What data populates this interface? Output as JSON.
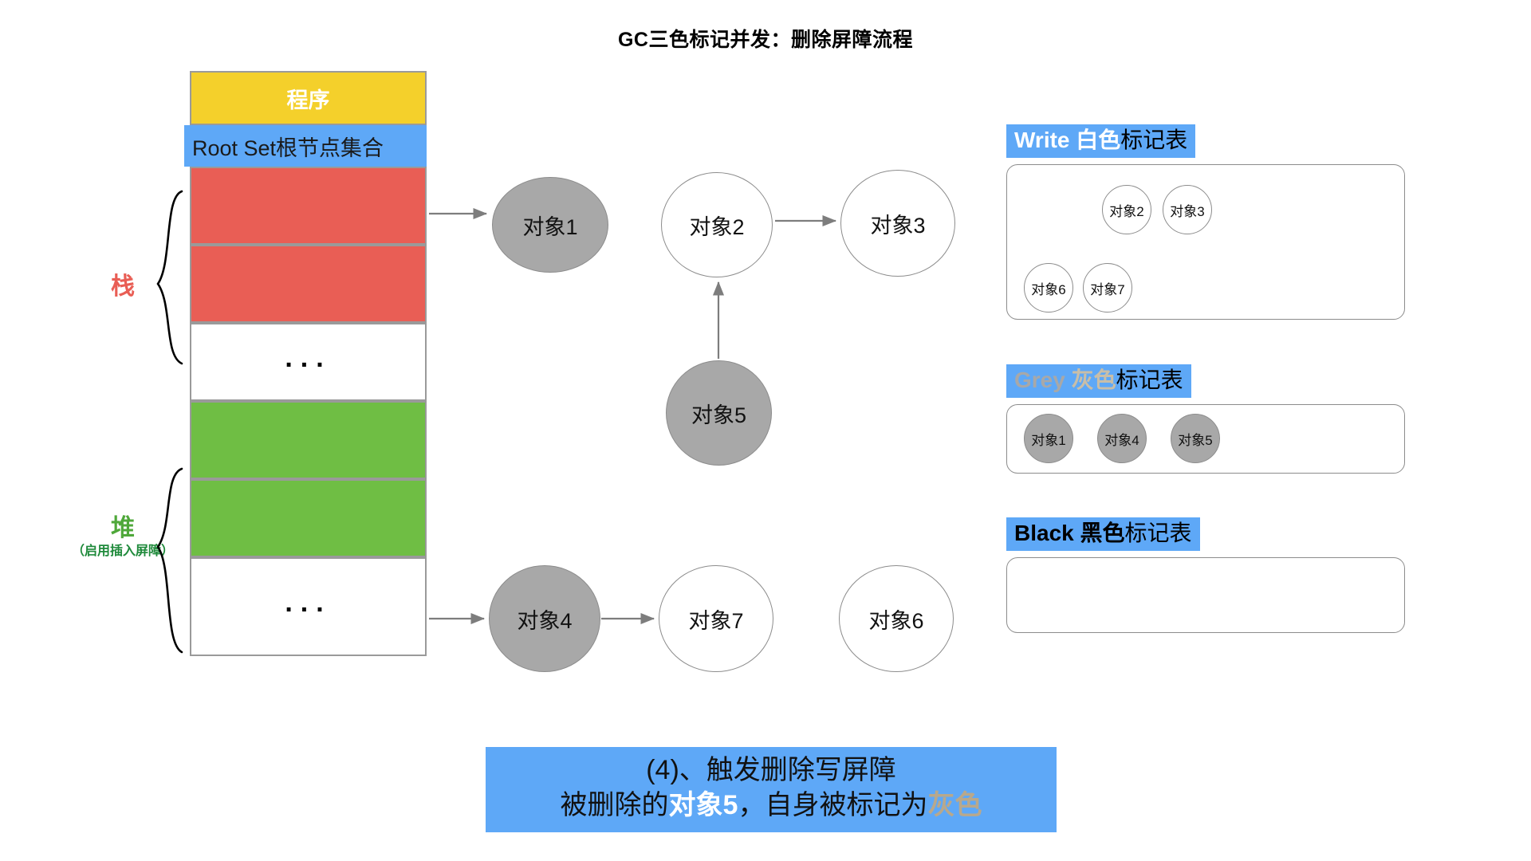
{
  "title": "GC三色标记并发：删除屏障流程",
  "memory": {
    "program_label": "程序",
    "rootset_label": "Root Set根节点集合",
    "dots": "...",
    "stack_label": "栈",
    "heap_label": "堆",
    "heap_sublabel": "（启用插入屏障）",
    "colors": {
      "program": "#F4D02B",
      "rootset": "#5EA8F7",
      "stack_slot": "#E95E55",
      "heap_slot": "#6FBE44",
      "border": "#9a9a9a"
    },
    "blocks": [
      {
        "name": "stack-slot-1",
        "fill": "red"
      },
      {
        "name": "stack-slot-2",
        "fill": "red"
      },
      {
        "name": "stack-gap",
        "fill": "white"
      },
      {
        "name": "heap-slot-1",
        "fill": "green"
      },
      {
        "name": "heap-slot-2",
        "fill": "green"
      },
      {
        "name": "heap-gap",
        "fill": "white"
      }
    ]
  },
  "graph": {
    "nodes": [
      {
        "id": "obj1",
        "label": "对象1",
        "color": "grey"
      },
      {
        "id": "obj2",
        "label": "对象2",
        "color": "white"
      },
      {
        "id": "obj3",
        "label": "对象3",
        "color": "white"
      },
      {
        "id": "obj5",
        "label": "对象5",
        "color": "grey"
      },
      {
        "id": "obj4",
        "label": "对象4",
        "color": "grey"
      },
      {
        "id": "obj7",
        "label": "对象7",
        "color": "white"
      },
      {
        "id": "obj6",
        "label": "对象6",
        "color": "white"
      }
    ],
    "edges": [
      {
        "from": "root-stack",
        "to": "obj1"
      },
      {
        "from": "obj2",
        "to": "obj3"
      },
      {
        "from": "obj5",
        "to": "obj2"
      },
      {
        "from": "root-heap",
        "to": "obj4"
      },
      {
        "from": "obj4",
        "to": "obj7"
      }
    ]
  },
  "mark_tables": [
    {
      "id": "white-table",
      "title_en": "Write",
      "title_color": "白色",
      "title_rest": "标记表",
      "title_en_color": "#ffffff",
      "title_color_color": "#ffffff",
      "items": [
        {
          "label": "对象2",
          "fill": "white"
        },
        {
          "label": "对象3",
          "fill": "white"
        },
        {
          "label": "对象6",
          "fill": "white"
        },
        {
          "label": "对象7",
          "fill": "white"
        }
      ]
    },
    {
      "id": "grey-table",
      "title_en": "Grey",
      "title_color": "灰色",
      "title_rest": "标记表",
      "title_en_color": "#A8A8A8",
      "title_color_color": "#C9BEA8",
      "items": [
        {
          "label": "对象1",
          "fill": "grey"
        },
        {
          "label": "对象4",
          "fill": "grey"
        },
        {
          "label": "对象5",
          "fill": "grey"
        }
      ]
    },
    {
      "id": "black-table",
      "title_en": "Black",
      "title_color": "黑色",
      "title_rest": "标记表",
      "title_en_color": "#000000",
      "title_color_color": "#000000",
      "items": []
    }
  ],
  "caption": {
    "line1": "(4)、触发删除写屏障",
    "line2_a": "被删除的",
    "line2_b": "对象5",
    "line2_c": "，自身被标记为",
    "line2_d": "灰色",
    "background": "#5EA8F7"
  }
}
